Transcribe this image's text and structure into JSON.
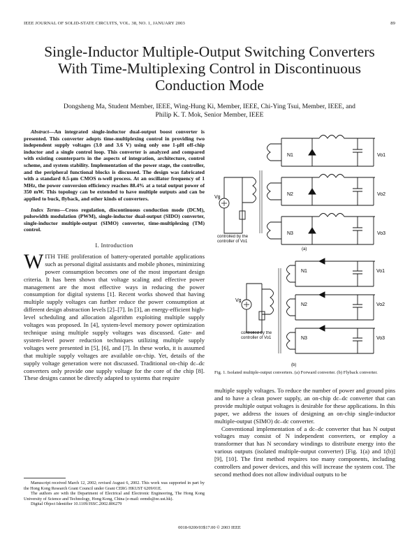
{
  "header": {
    "journal": "IEEE JOURNAL OF SOLID-STATE CIRCUITS, VOL. 38, NO. 1, JANUARY 2003",
    "page": "89"
  },
  "title": "Single-Inductor Multiple-Output Switching Converters With Time-Multiplexing Control in Discontinuous Conduction Mode",
  "authors": {
    "line1": "Dongsheng Ma, Student Member, IEEE, Wing-Hung Ki, Member, IEEE, Chi-Ying Tsui, Member, IEEE, and",
    "line2": "Philip K. T. Mok, Senior Member, IEEE"
  },
  "abstract": {
    "label": "Abstract—",
    "text": "An integrated single-inductor dual-output boost converter is presented. This converter adopts time-multiplexing control in providing two independent supply voltages (3.0 and 3.6 V) using only one 1-μH off-chip inductor and a single control loop. This converter is analyzed and compared with existing counterparts in the aspects of integration, architecture, control scheme, and system stability. Implementation of the power stage, the controller, and the peripheral functional blocks is discussed. The design was fabricated with a standard 0.5-μm CMOS n-well process. At an oscillator frequency of 1 MHz, the power conversion efficiency reaches 88.4% at a total output power of 350 mW. This topology can be extended to have multiple outputs and can be applied to buck, flyback, and other kinds of converters."
  },
  "index_terms": {
    "label": "Index Terms—",
    "text": "Cross regulation, discontinuous conduction mode (DCM), pulsewidth modulation (PWM), single-inductor dual-output (SIDO) converter, single-inductor multiple-output (SIMO) converter, time-multiplexing (TM) control."
  },
  "section1": {
    "heading": "I. Introduction",
    "dropcap": "W",
    "para1": "ITH THE proliferation of battery-operated portable applications such as personal digital assistants and mobile phones, minimizing power consumption becomes one of the most important design criteria. It has been shown that voltage scaling and effective power management are the most effective ways in reducing the power consumption for digital systems [1]. Recent works showed that having multiple supply voltages can further reduce the power consumption at different design abstraction levels [2]–[7]. In [3], an energy-efficient high-level scheduling and allocation algorithm exploiting multiple supply voltages was proposed. In [4], system-level memory power optimization technique using multiple supply voltages was discussed. Gate- and system-level power reduction techniques utilizing multiple supply voltages were presented in [5], [6], and [7]. In these works, it is assumed that multiple supply voltages are available on-chip. Yet, details of the supply voltage generation were not discussed. Traditional on-chip dc–dc converters only provide one supply voltage for the core of the chip [8]. These designs cannot be directly adapted to systems that require"
  },
  "footnote": {
    "received": "Manuscript received March 12, 2002; revised August 6, 2002. This work was supported in part by the Hong Kong Research Grant Council under Grant CERG HKUST 6209/01E.",
    "affiliation": "The authors are with the Department of Electrical and Electronic Engineering, The Hong Kong University of Science and Technology, Hong Kong, China (e-mail: eemds@ee.ust.hk).",
    "doi": "Digital Object Identifier 10.1109/JSSC.2002.806279"
  },
  "figure": {
    "labels": {
      "n1": "N1",
      "n2": "N2",
      "n3": "N3",
      "vo1": "Vo1",
      "vo2": "Vo2",
      "vo3": "Vo3",
      "vg": "Vg",
      "ctrl_a": "controlled by the controller of Vo1",
      "ctrl_b": "controlled by the controller of Vo1",
      "sub_a": "(a)",
      "sub_b": "(b)"
    },
    "caption": "Fig. 1.   Isolated multiple-output converters. (a) Forward converter. (b) Flyback converter."
  },
  "right_text": {
    "para1": "multiple supply voltages. To reduce the number of power and ground pins and to have a clean power supply, an on-chip dc–dc converter that can provide multiple output voltages is desirable for these applications. In this paper, we address the issues of designing an on-chip single-inductor multiple-output (SIMO) dc–dc converter.",
    "para2": "Conventional implementation of a dc–dc converter that has N output voltages may consist of N independent converters, or employ a transformer that has N secondary windings to distribute energy into the various outputs (isolated multiple-output converter) [Fig. 1(a) and 1(b)] [9], [10]. The first method requires too many components, including controllers and power devices, and this will increase the system cost. The second method does not allow individual outputs to be"
  },
  "footer": "0018-9200/03$17.00 © 2003 IEEE"
}
